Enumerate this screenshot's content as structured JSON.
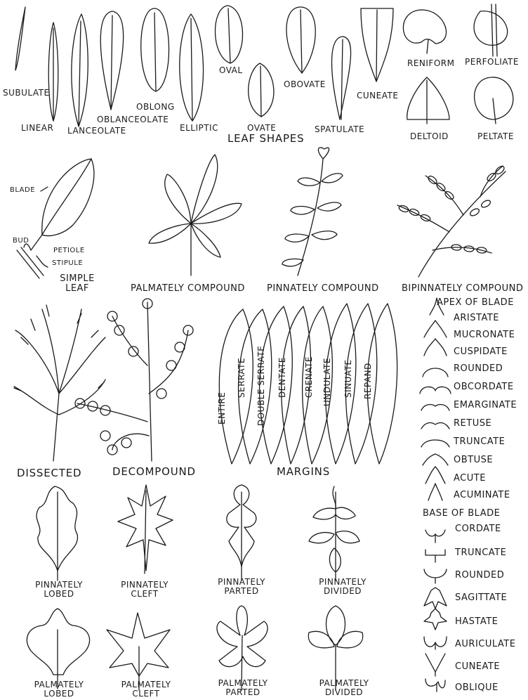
{
  "leaf_shapes": {
    "title": "LEAF SHAPES",
    "items": [
      "SUBULATE",
      "LINEAR",
      "LANCEOLATE",
      "OBLANCEOLATE",
      "OBLONG",
      "ELLIPTIC",
      "OVAL",
      "OVATE",
      "OBOVATE",
      "SPATULATE",
      "CUNEATE",
      "RENIFORM",
      "PERFOLIATE",
      "DELTOID",
      "PELTATE"
    ]
  },
  "simple_leaf": {
    "title_line1": "SIMPLE",
    "title_line2": "LEAF",
    "parts": [
      "BLADE",
      "BUD",
      "PETIOLE",
      "STIPULE"
    ]
  },
  "compound": {
    "palmately": "PALMATELY COMPOUND",
    "pinnately": "PINNATELY COMPOUND",
    "bipinnately": "BIPINNATELY COMPOUND",
    "dissected": "DISSECTED",
    "decompound": "DECOMPOUND"
  },
  "margins": {
    "title": "MARGINS",
    "items": [
      "ENTIRE",
      "SERRATE",
      "DOUBLE SERRATE",
      "DENTATE",
      "CRENATE",
      "UNDULATE",
      "SINUATE",
      "REPAND"
    ]
  },
  "apex": {
    "title": "APEX OF BLADE",
    "items": [
      "ARISTATE",
      "MUCRONATE",
      "CUSPIDATE",
      "ROUNDED",
      "OBCORDATE",
      "EMARGINATE",
      "RETUSE",
      "TRUNCATE",
      "OBTUSE",
      "ACUTE",
      "ACUMINATE"
    ]
  },
  "base": {
    "title": "BASE OF BLADE",
    "items": [
      "CORDATE",
      "TRUNCATE",
      "ROUNDED",
      "SAGITTATE",
      "HASTATE",
      "AURICULATE",
      "CUNEATE",
      "OBLIQUE"
    ]
  },
  "lobing": {
    "pinnately": [
      {
        "l1": "PINNATELY",
        "l2": "LOBED"
      },
      {
        "l1": "PINNATELY",
        "l2": "CLEFT"
      },
      {
        "l1": "PINNATELY",
        "l2": "PARTED"
      },
      {
        "l1": "PINNATELY",
        "l2": "DIVIDED"
      }
    ],
    "palmately": [
      {
        "l1": "PALMATELY",
        "l2": "LOBED"
      },
      {
        "l1": "PALMATELY",
        "l2": "CLEFT"
      },
      {
        "l1": "PALMATELY",
        "l2": "PARTED"
      },
      {
        "l1": "PALMATELY",
        "l2": "DIVIDED"
      }
    ]
  }
}
